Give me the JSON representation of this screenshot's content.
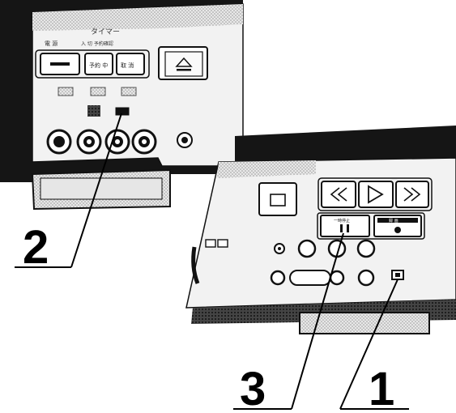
{
  "left_panel": {
    "timer_header": "タイマー",
    "timer_sub": "入 切  予約確認",
    "power_label": "電 源",
    "btn_timer_rec_label": "予約 中",
    "btn_cancel_label": "取 消"
  },
  "right_panel": {
    "btn_play_label": "",
    "btn_pause_label": "一時停止",
    "btn_rec_label": "録 画"
  },
  "callouts": {
    "one": "1",
    "two": "2",
    "three": "3"
  },
  "colors": {
    "panel_dark": "#1a1a1a",
    "panel_face": "#efefef",
    "outline": "#111111"
  },
  "icons": [
    "eject-icon",
    "rewind-icon",
    "play-icon",
    "fast-forward-icon",
    "pause-icon",
    "record-icon",
    "s-video-jack-icon",
    "rca-jack-icon"
  ]
}
